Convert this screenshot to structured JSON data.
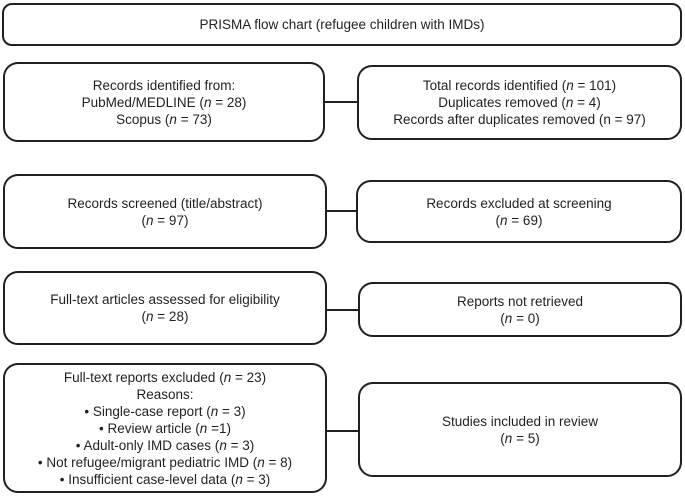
{
  "colors": {
    "ink": "#231f20",
    "background": "#ffffff"
  },
  "boxes": {
    "title": {
      "lines": [
        "PRISMA flow chart (refugee children with IMDs)"
      ]
    },
    "records_identified": {
      "lines": [
        "Records identified from:",
        "PubMed/MEDLINE (*n* = 28)",
        "Scopus (*n* = 73)"
      ]
    },
    "total_records": {
      "lines": [
        "Total records identified (*n* = 101)",
        "Duplicates removed (*n* = 4)",
        "Records after duplicates removed (n = 97)"
      ]
    },
    "records_screened": {
      "lines": [
        "Records screened (title/abstract)",
        "(*n* = 97)"
      ]
    },
    "records_excluded": {
      "lines": [
        "Records excluded at screening",
        "(*n* = 69)"
      ]
    },
    "fulltext_assessed": {
      "lines": [
        "Full-text articles assessed for eligibility",
        "(*n* = 28)"
      ]
    },
    "reports_not_retrieved": {
      "lines": [
        "Reports not retrieved",
        "(*n* = 0)"
      ]
    },
    "fulltext_excluded": {
      "lines": [
        "Full-text reports excluded (*n* = 23)",
        "Reasons:",
        "• Single-case report (*n* = 3)",
        "• Review article (*n* =1)",
        "• Adult-only IMD cases (*n* = 3)",
        "• Not refugee/migrant pediatric IMD (*n* = 8)",
        "• Insufficient case-level data (*n* = 3)"
      ]
    },
    "studies_included": {
      "lines": [
        "Studies included in review",
        "(*n* = 5)"
      ]
    }
  }
}
